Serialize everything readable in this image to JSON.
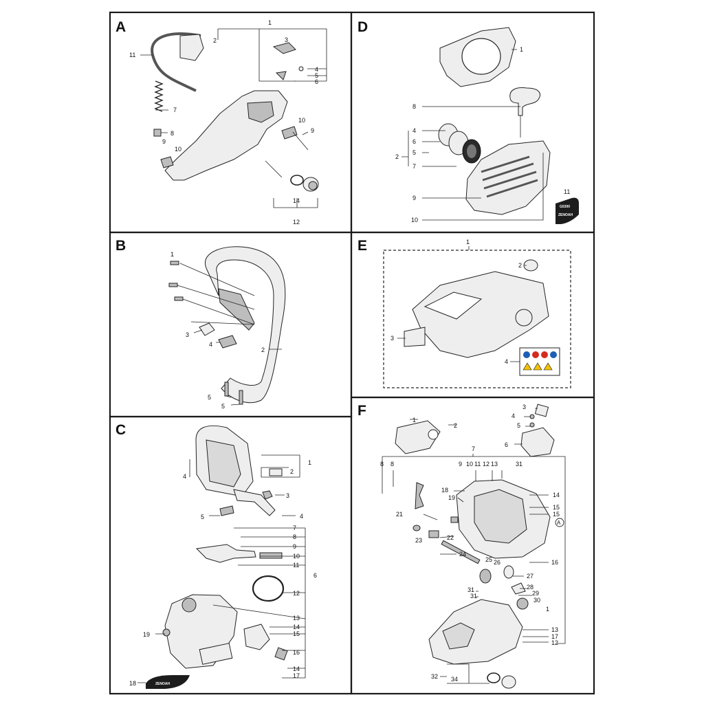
{
  "sections": {
    "A": {
      "letter": "A",
      "callouts": [
        "1",
        "2",
        "3",
        "4",
        "5",
        "6",
        "7",
        "8",
        "9",
        "10",
        "11",
        "9",
        "10",
        "14",
        "12"
      ]
    },
    "B": {
      "letter": "B",
      "callouts": [
        "1",
        "3",
        "4",
        "2",
        "5",
        "5"
      ]
    },
    "C": {
      "letter": "C",
      "callouts": [
        "1",
        "2",
        "4",
        "3",
        "5",
        "4",
        "7",
        "8",
        "9",
        "10",
        "11",
        "6",
        "12",
        "13",
        "14",
        "15",
        "19",
        "16",
        "14",
        "17",
        "18"
      ]
    },
    "D": {
      "letter": "D",
      "callouts": [
        "1",
        "8",
        "4",
        "6",
        "5",
        "2",
        "7",
        "9",
        "10",
        "11"
      ]
    },
    "E": {
      "letter": "E",
      "callouts": [
        "1",
        "2",
        "3",
        "4"
      ]
    },
    "F": {
      "letter": "F",
      "callouts": [
        "1",
        "2",
        "3",
        "4",
        "5",
        "6",
        "7",
        "8",
        "8",
        "9",
        "10",
        "11",
        "12",
        "13",
        "31",
        "18",
        "19",
        "14",
        "15",
        "15",
        "21",
        "22",
        "23",
        "24",
        "16",
        "25",
        "26",
        "27",
        "28",
        "29",
        "30",
        "31",
        "31",
        "1",
        "13",
        "17",
        "12",
        "32",
        "34"
      ],
      "circle_mark": "A"
    }
  },
  "logos": {
    "brand": "ZENOAH",
    "model_label": "G5300"
  },
  "colors": {
    "frame": "#1a1a1a",
    "part_fill": "#eeeeee",
    "logo_fill": "#1c1c1c",
    "warning_yellow": "#f2c200",
    "warning_red": "#d52b1e",
    "mandatory_blue": "#1d5fb4"
  },
  "icons": [
    "label-sticker-icon",
    "zenoah-logo-icon"
  ]
}
